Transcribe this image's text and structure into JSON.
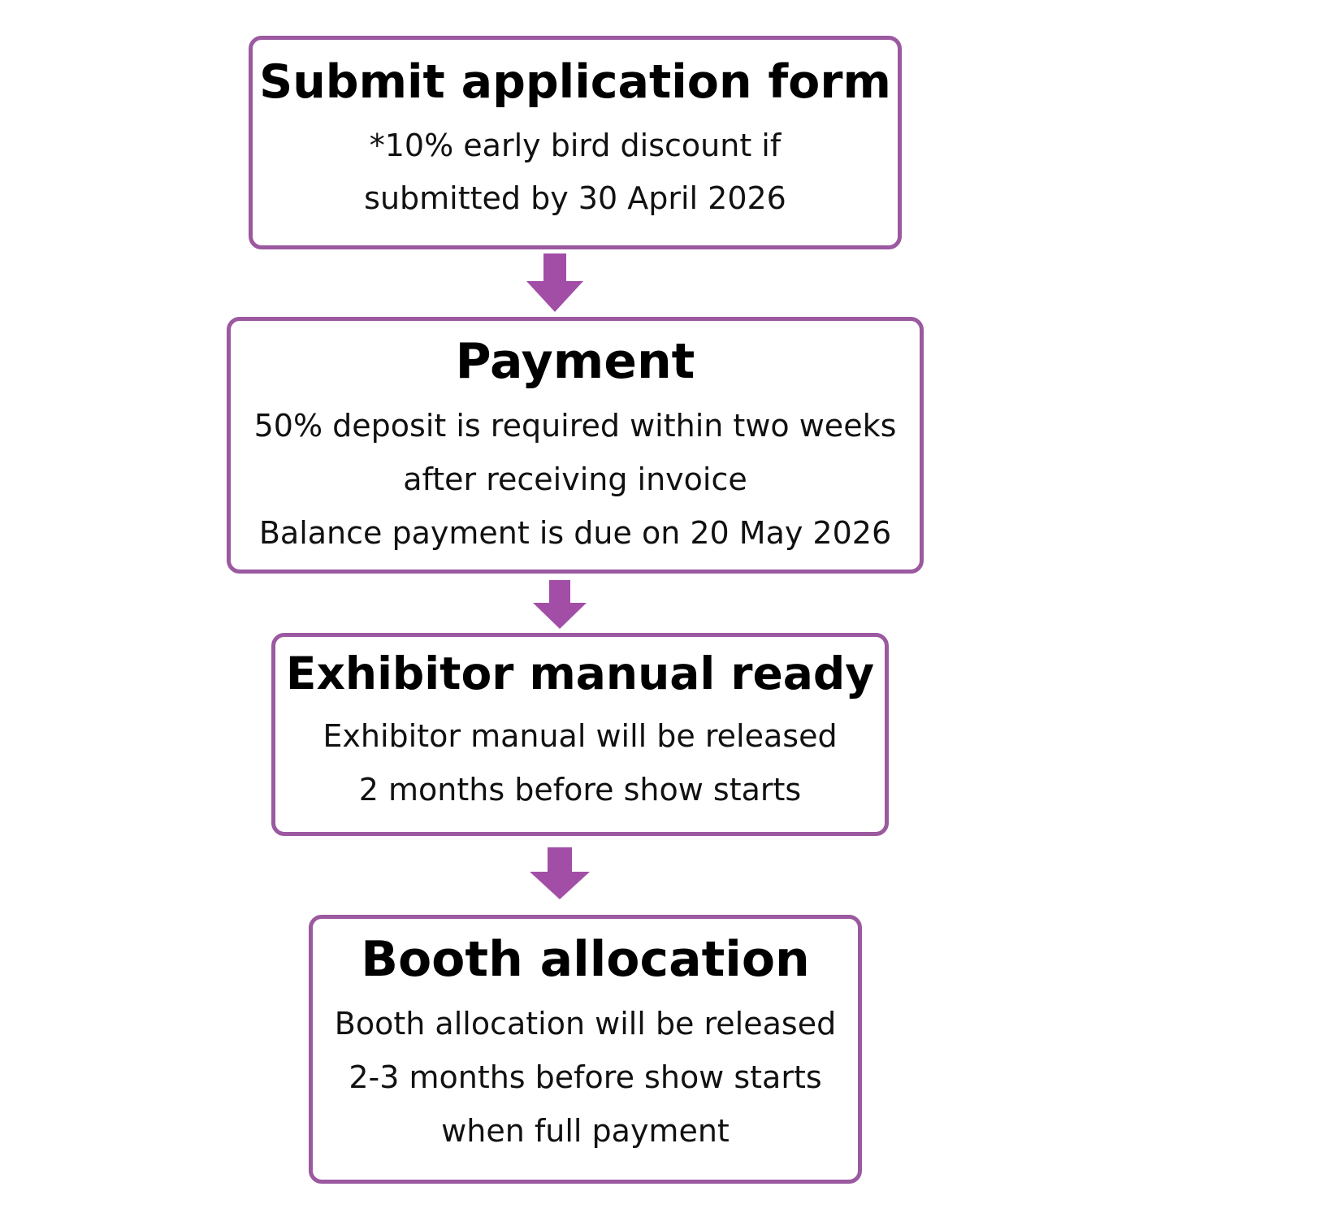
{
  "colors": {
    "border": "#9b59a0",
    "arrow": "#a24ea7",
    "text": "#111111",
    "background": "#ffffff"
  },
  "steps": [
    {
      "title": "Submit application form",
      "lines": [
        "*10% early bird discount if",
        "submitted by 30 April 2026"
      ]
    },
    {
      "title": "Payment",
      "lines": [
        "50% deposit is required within two weeks",
        "after receiving invoice",
        "Balance payment is due on 20 May 2026"
      ]
    },
    {
      "title": "Exhibitor manual ready",
      "lines": [
        "Exhibitor manual will be released",
        "2 months before show starts"
      ]
    },
    {
      "title": "Booth allocation",
      "lines": [
        "Booth allocation will be released",
        "2-3 months before show starts",
        "when full payment"
      ]
    }
  ],
  "connectors": [
    "arrow-down-icon",
    "arrow-down-icon",
    "arrow-down-icon"
  ]
}
